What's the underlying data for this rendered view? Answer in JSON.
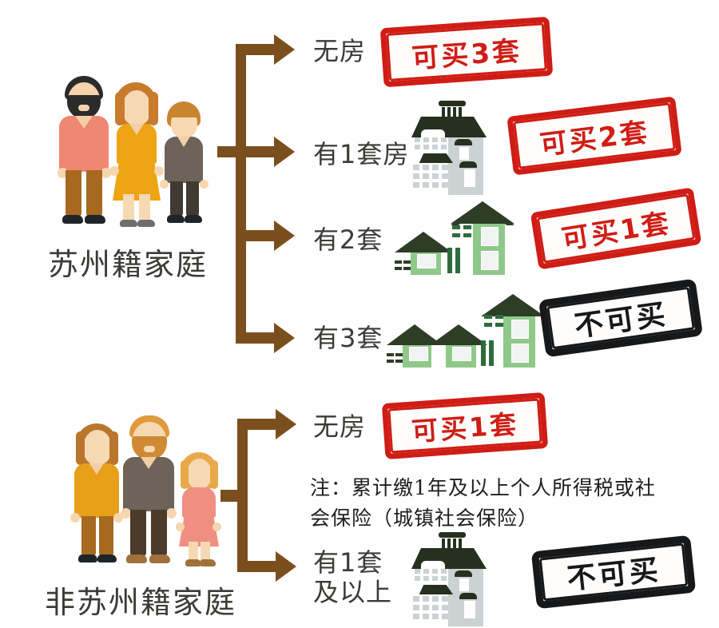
{
  "diagram": {
    "title_hint": "苏州购房限购政策图解",
    "colors": {
      "arrow_brown": "#7b4f1d",
      "stamp_red": "#cf1d15",
      "stamp_black": "#17181a",
      "house_green": "#8fc98a",
      "house_green_dark": "#2d3d26",
      "house_gray": "#c7cdce",
      "text_dark": "#3b3b37"
    },
    "groups": [
      {
        "id": "suzhou-household",
        "label": "苏州籍家庭",
        "rows": [
          {
            "id": "row-no-house",
            "label": "无房",
            "stamp": "可买3套",
            "stamp_color": "red",
            "houses": 0
          },
          {
            "id": "row-one-house",
            "label": "有1套房",
            "stamp": "可买2套",
            "stamp_color": "red",
            "houses": 1
          },
          {
            "id": "row-two-house",
            "label": "有2套",
            "stamp": "可买1套",
            "stamp_color": "red",
            "houses": 2
          },
          {
            "id": "row-three-house",
            "label": "有3套",
            "stamp": "不可买",
            "stamp_color": "black",
            "houses": 3
          }
        ]
      },
      {
        "id": "non-suzhou-household",
        "label": "非苏州籍家庭",
        "rows": [
          {
            "id": "row2-no-house",
            "label": "无房",
            "stamp": "可买1套",
            "stamp_color": "red",
            "houses": 0
          },
          {
            "id": "row2-one-plus",
            "label": "有1套\n及以上",
            "stamp": "不可买",
            "stamp_color": "black",
            "houses": 1
          }
        ]
      }
    ],
    "note": "注：累计缴1年及以上个人所得税或社\n会保险（城镇社会保险）",
    "labels": {
      "family_1": "苏州籍家庭",
      "family_2": "非苏州籍家庭",
      "r1": "无房",
      "r2": "有1套房",
      "r3": "有2套",
      "r4": "有3套",
      "r5": "无房",
      "r6_line1": "有1套",
      "r6_line2": "及以上",
      "s1": "可买3套",
      "s2": "可买2套",
      "s3": "可买1套",
      "s4": "不可买",
      "s5": "可买1套",
      "s6": "不可买"
    }
  }
}
